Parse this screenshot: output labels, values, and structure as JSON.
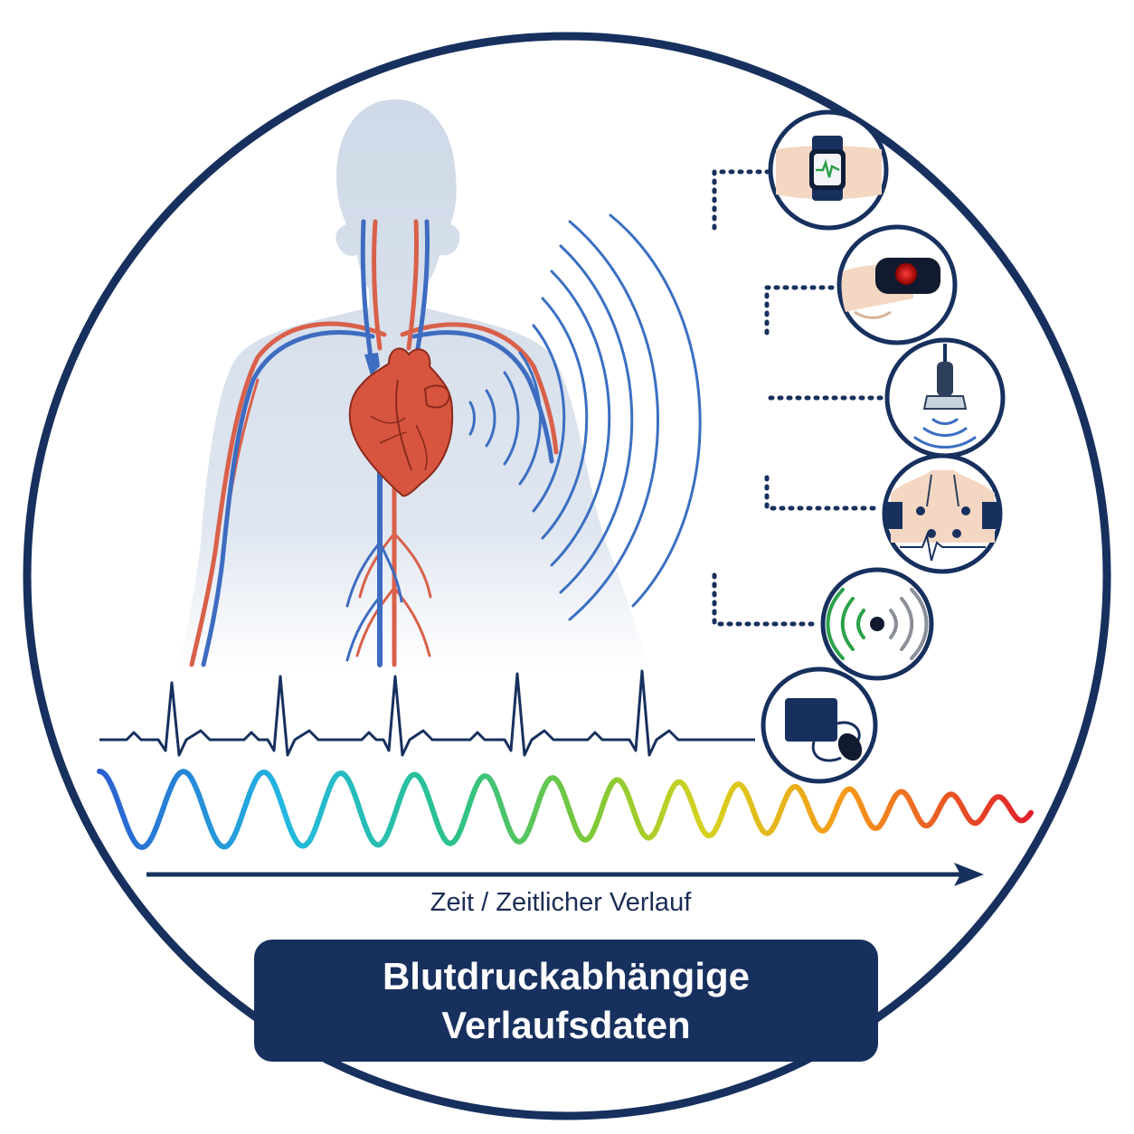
{
  "diagram": {
    "axis_label": "Zeit / Zeitlicher Verlauf",
    "title_line1": "Blutdruckabhängige",
    "title_line2": "Verlaufsdaten"
  },
  "colors": {
    "frame": "#17305e",
    "body_silhouette": "#d4dde9",
    "artery": "#d9604a",
    "vein": "#3d6cc0",
    "heart": "#d7553f",
    "signal_wave": "#3b6fc2",
    "ecg_line": "#17305e",
    "spectrum_start": "#2a5fd0",
    "spectrum_end": "#e0202c",
    "sensor_green": "#2aa14a",
    "sensor_red": "#e01818"
  },
  "sensors": [
    {
      "name": "smartwatch-icon"
    },
    {
      "name": "pulse-oximeter-icon"
    },
    {
      "name": "ultrasound-probe-icon"
    },
    {
      "name": "ecg-electrodes-icon"
    },
    {
      "name": "radar-sensor-icon"
    },
    {
      "name": "blood-pressure-cuff-icon"
    }
  ]
}
